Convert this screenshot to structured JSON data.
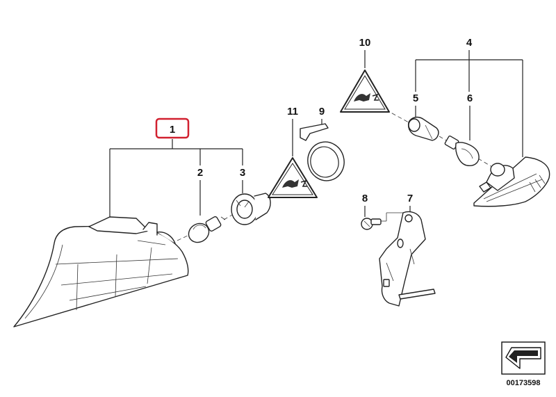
{
  "diagram": {
    "part_numbers": {
      "p1": "1",
      "p2": "2",
      "p3": "3",
      "p4": "4",
      "p5": "5",
      "p6": "6",
      "p7": "7",
      "p8": "8",
      "p9": "9",
      "p10": "10",
      "p11": "11"
    },
    "highlighted_part": "1",
    "highlight_color": "#d1202f",
    "reference_number": "00173598",
    "warning_icon": "electrical-hazard-icon",
    "nav_icon": "arrow-return-icon"
  }
}
